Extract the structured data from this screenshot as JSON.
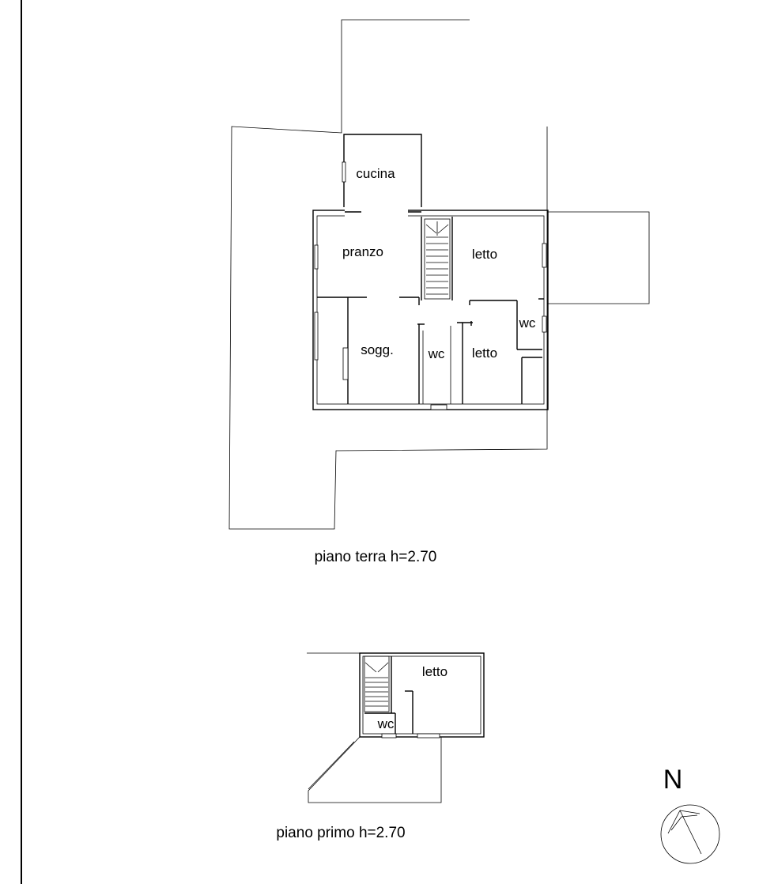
{
  "ground_floor": {
    "caption": "piano terra h=2.70",
    "rooms": {
      "cucina": "cucina",
      "pranzo": "pranzo",
      "letto_ne": "letto",
      "wc_e": "wc",
      "sogg": "sogg.",
      "wc_c": "wc",
      "letto_se": "letto"
    }
  },
  "first_floor": {
    "caption": "piano primo h=2.70",
    "rooms": {
      "letto": "letto",
      "wc": "wc"
    }
  },
  "north_label": "N"
}
